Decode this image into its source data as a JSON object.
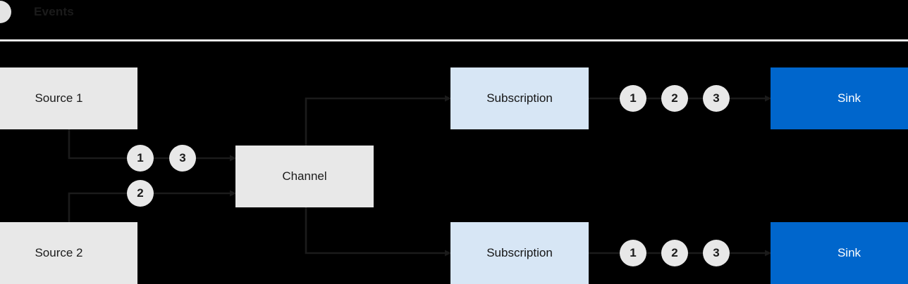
{
  "header": {
    "legend_icon": "gray-circle-icon",
    "legend_label": "Events"
  },
  "colors": {
    "background": "#000000",
    "node_gray": "#e8e8e8",
    "node_blue_light": "#d7e6f5",
    "node_blue": "#0066cc",
    "token_fill": "#e8e8e8",
    "connector": "#1b1b1b",
    "divider": "#e8e8e8",
    "text_dark": "#1b1b1b",
    "text_light": "#ffffff"
  },
  "diagram": {
    "sources": [
      {
        "label": "Source 1"
      },
      {
        "label": "Source 2"
      }
    ],
    "channel": {
      "label": "Channel"
    },
    "subscriptions": [
      {
        "label": "Subscription"
      },
      {
        "label": "Subscription"
      }
    ],
    "sinks": [
      {
        "label": "Sink"
      },
      {
        "label": "Sink"
      }
    ],
    "ingress_tokens_top": [
      "1",
      "3"
    ],
    "ingress_tokens_bottom": [
      "2"
    ],
    "egress_tokens_top": [
      "1",
      "2",
      "3"
    ],
    "egress_tokens_bottom": [
      "1",
      "2",
      "3"
    ]
  }
}
